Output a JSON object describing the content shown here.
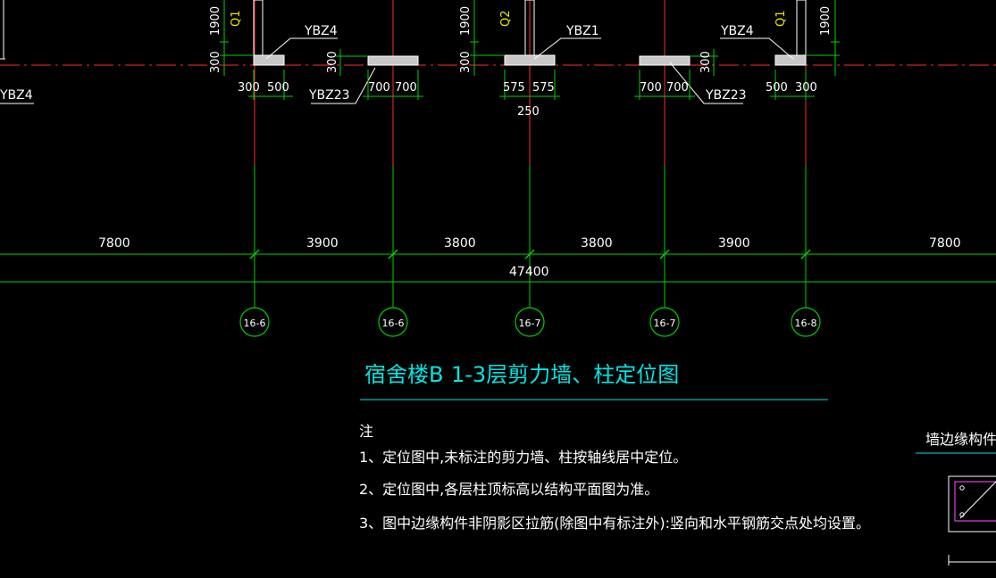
{
  "colors": {
    "background": "#000000",
    "axis_red": "#ff2a2a",
    "dim_green": "#00d000",
    "column_fill": "#c8c8c8",
    "text_white": "#ffffff",
    "text_cyan": "#00e5e5",
    "text_yellow": "#e8e800",
    "detail_magenta": "#e040e0"
  },
  "title": {
    "main": "宿舍楼B",
    "sub": "1-3层剪力墙、柱定位图"
  },
  "notes": {
    "heading": "注",
    "items": [
      "1、定位图中,未标注的剪力墙、柱按轴线居中定位。",
      "2、定位图中,各层柱顶标高以结构平面图为准。",
      "3、图中边缘构件非阴影区拉筋(除图中有标注外):竖向和水平钢筋交点处均设置。"
    ]
  },
  "detail_label": "墙边缘构件",
  "columns": {
    "ybz4_left": "YBZ4",
    "ybz4_edge": "YBZ4",
    "ybz23_left": "YBZ23",
    "ybz1": "YBZ1",
    "ybz23_right": "YBZ23",
    "ybz4_right": "YBZ4"
  },
  "wall_tags": {
    "q1_left": "Q1",
    "q2": "Q2",
    "q1_right": "Q1"
  },
  "vertical_dims": {
    "a": "1900",
    "b": "300",
    "c": "300",
    "d": "1900",
    "e": "300",
    "f": "300",
    "g": "1900"
  },
  "local_dims": {
    "d300a": "300",
    "d500a": "500",
    "d700a": "700",
    "d700b": "700",
    "d575a": "575",
    "d575b": "575",
    "d250": "250",
    "d700c": "700",
    "d700d": "700",
    "d500b": "500",
    "d300b": "300"
  },
  "spans": [
    "7800",
    "3900",
    "3800",
    "3800",
    "3900",
    "7800"
  ],
  "total_span": "47400",
  "axes": [
    "16-6",
    "16-6",
    "16-7",
    "16-7",
    "16-8"
  ]
}
